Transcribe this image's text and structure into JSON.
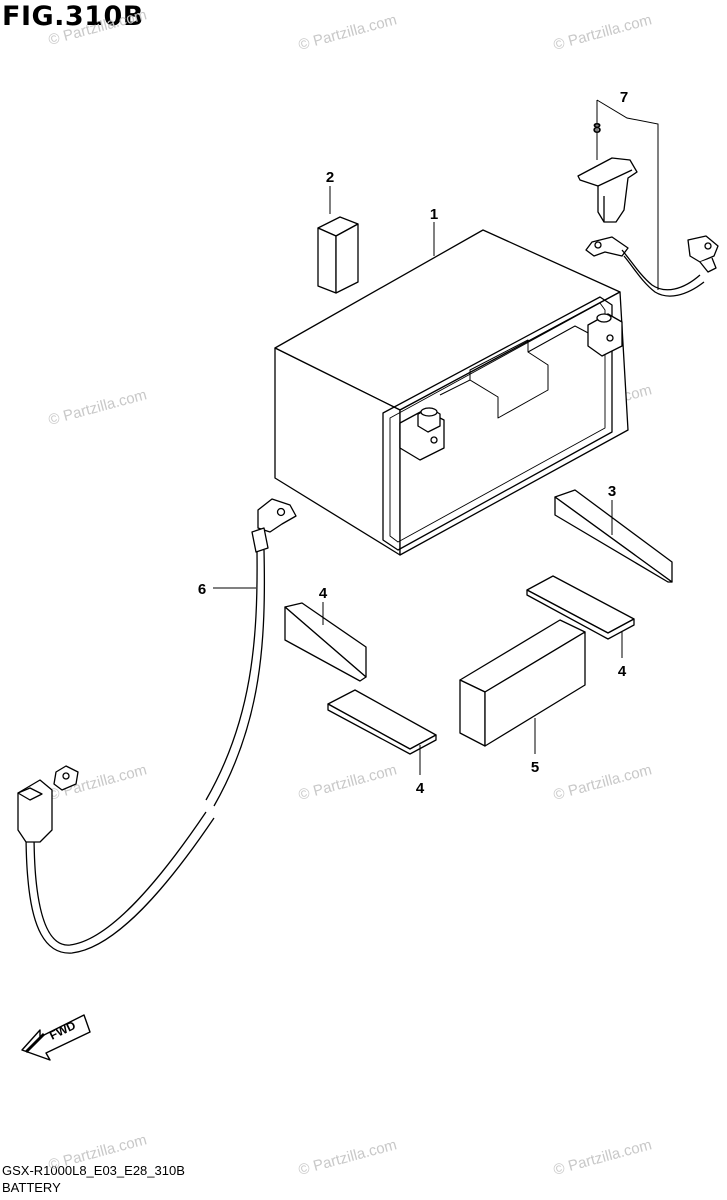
{
  "figure": {
    "title": "FIG.310B",
    "model_code": "GSX-R1000L8_E03_E28_310B",
    "part_name": "BATTERY"
  },
  "callouts": {
    "c1": "1",
    "c2": "2",
    "c3": "3",
    "c4a": "4",
    "c4b": "4",
    "c4c": "4",
    "c5": "5",
    "c6": "6",
    "c7": "7",
    "c8": "8"
  },
  "fwd_label": "FWD",
  "watermark": "© Partzilla.com"
}
